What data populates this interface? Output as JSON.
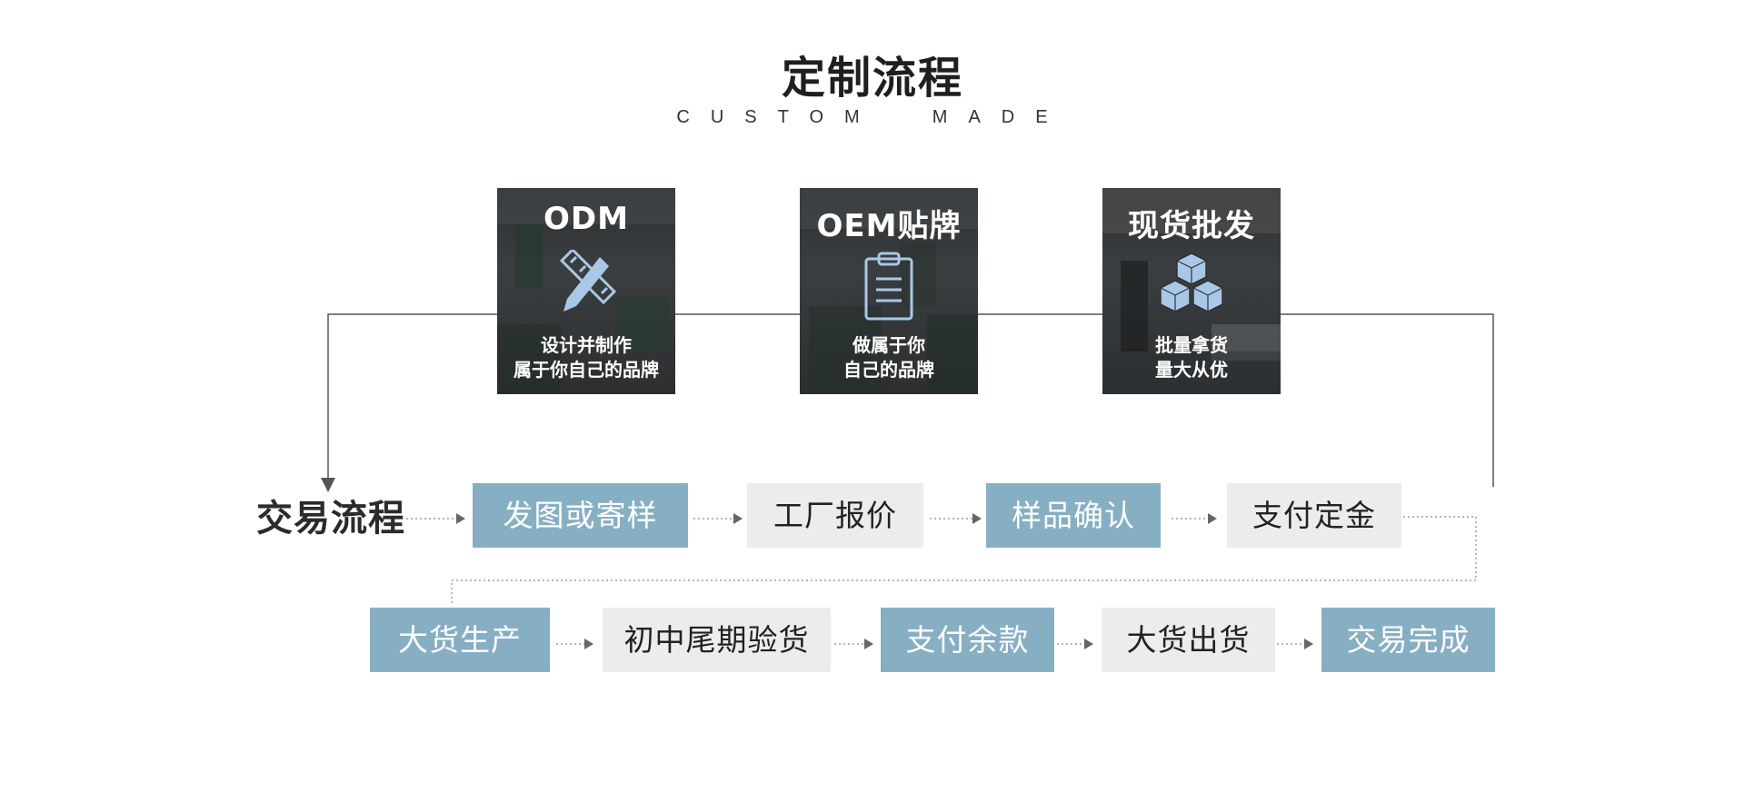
{
  "header": {
    "title": "定制流程",
    "subtitle": "CUSTOM  MADE"
  },
  "services": [
    {
      "title": "ODM",
      "icon": "pencil-ruler-icon",
      "desc_line1": "设计并制作",
      "desc_line2": "属于你自己的品牌"
    },
    {
      "title": "OEM贴牌",
      "icon": "clipboard-icon",
      "desc_line1": "做属于你",
      "desc_line2": "自己的品牌"
    },
    {
      "title": "现货批发",
      "icon": "cubes-icon",
      "desc_line1": "批量拿货",
      "desc_line2": "量大从优"
    }
  ],
  "flow": {
    "label": "交易流程",
    "row1": [
      {
        "label": "发图或寄样",
        "style": "blue"
      },
      {
        "label": "工厂报价",
        "style": "gray"
      },
      {
        "label": "样品确认",
        "style": "blue"
      },
      {
        "label": "支付定金",
        "style": "gray"
      }
    ],
    "row2": [
      {
        "label": "大货生产",
        "style": "blue"
      },
      {
        "label": "初中尾期验货",
        "style": "gray"
      },
      {
        "label": "支付余款",
        "style": "blue"
      },
      {
        "label": "大货出货",
        "style": "gray"
      },
      {
        "label": "交易完成",
        "style": "blue"
      }
    ]
  },
  "colors": {
    "accent_blue": "#87afc3",
    "neutral_gray": "#ececec",
    "icon_blue": "#a9c8e8",
    "line": "#555555"
  }
}
